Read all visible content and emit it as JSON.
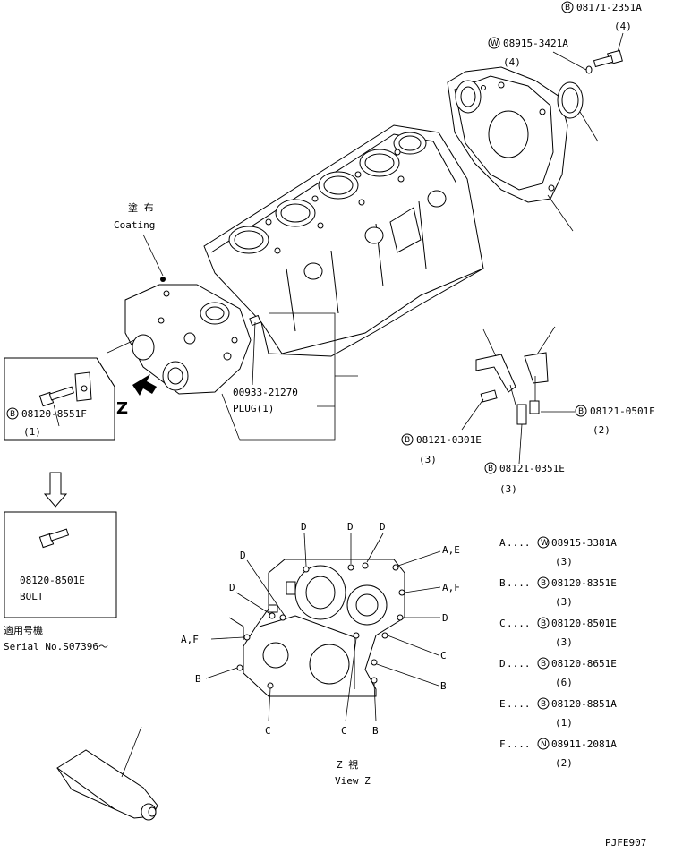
{
  "top_parts": {
    "bolt_flywheel": {
      "marker": "B",
      "number": "08171-2351A",
      "qty": "(4)"
    },
    "washer_flywheel": {
      "marker": "W",
      "number": "08915-3421A",
      "qty": "(4)"
    }
  },
  "coating": {
    "jp": "塗 布",
    "en": "Coating"
  },
  "plug": {
    "number": "00933-21270",
    "label": "PLUG(1)"
  },
  "z_arrow_label": "Z",
  "left_box": {
    "marker": "B",
    "number": "08120-8551F",
    "qty": "(1)"
  },
  "new_box": {
    "number": "08120-8501E",
    "label": "BOLT"
  },
  "serial": {
    "jp": "適用号機",
    "en": "Serial No.S07396～"
  },
  "bracket_parts": [
    {
      "marker": "B",
      "number": "08121-0501E",
      "qty": "(2)"
    },
    {
      "marker": "B",
      "number": "08121-0301E",
      "qty": "(3)"
    },
    {
      "marker": "B",
      "number": "08121-0351E",
      "qty": "(3)"
    }
  ],
  "legend": [
    {
      "key": "A",
      "dots": "....",
      "marker": "W",
      "number": "08915-3381A",
      "qty": "(3)"
    },
    {
      "key": "B",
      "dots": "....",
      "marker": "B",
      "number": "08120-8351E",
      "qty": "(3)"
    },
    {
      "key": "C",
      "dots": "....",
      "marker": "B",
      "number": "08120-8501E",
      "qty": "(3)"
    },
    {
      "key": "D",
      "dots": "....",
      "marker": "B",
      "number": "08120-8651E",
      "qty": "(6)"
    },
    {
      "key": "E",
      "dots": "....",
      "marker": "B",
      "number": "08120-8851A",
      "qty": "(1)"
    },
    {
      "key": "F",
      "dots": "....",
      "marker": "N",
      "number": "08911-2081A",
      "qty": "(2)"
    }
  ],
  "view_z": {
    "labels_top": [
      "D",
      "D",
      "D"
    ],
    "label_ae": "A,E",
    "label_af_right": "A,F",
    "label_d_right": "D",
    "label_c_right": "C",
    "label_b_right": "B",
    "label_d_left1": "D",
    "label_d_left2": "D",
    "label_af_left": "A,F",
    "label_b_left": "B",
    "labels_bottom": [
      "C",
      "C",
      "B"
    ],
    "caption_jp": "Z  視",
    "caption_en": "View Z"
  },
  "drawing_code": "PJFE907"
}
